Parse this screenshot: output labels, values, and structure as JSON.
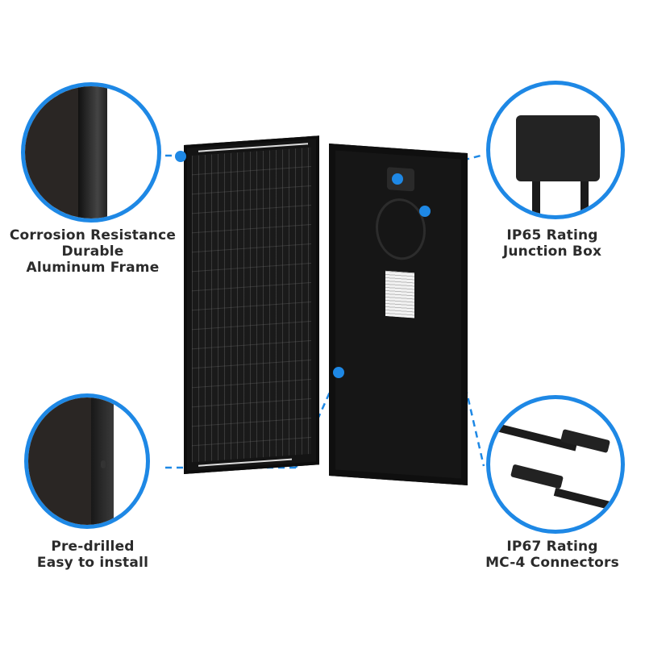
{
  "accent_color": "#1e88e5",
  "text_color": "#2b2b2b",
  "features": [
    {
      "id": "frame",
      "line1": "Corrosion Resistance",
      "line2": "Durable",
      "line3": "Aluminum Frame",
      "image": "aluminum-frame-closeup"
    },
    {
      "id": "junction",
      "line1": "IP65 Rating",
      "line2": "Junction Box",
      "image": "junction-box-closeup"
    },
    {
      "id": "drilled",
      "line1": "Pre-drilled",
      "line2": "Easy to install",
      "image": "pre-drilled-frame-closeup"
    },
    {
      "id": "connectors",
      "line1": "IP67 Rating",
      "line2": "MC-4 Connectors",
      "image": "mc4-connectors-closeup"
    }
  ],
  "product": {
    "front": "solar-panel-front",
    "back": "solar-panel-back"
  }
}
